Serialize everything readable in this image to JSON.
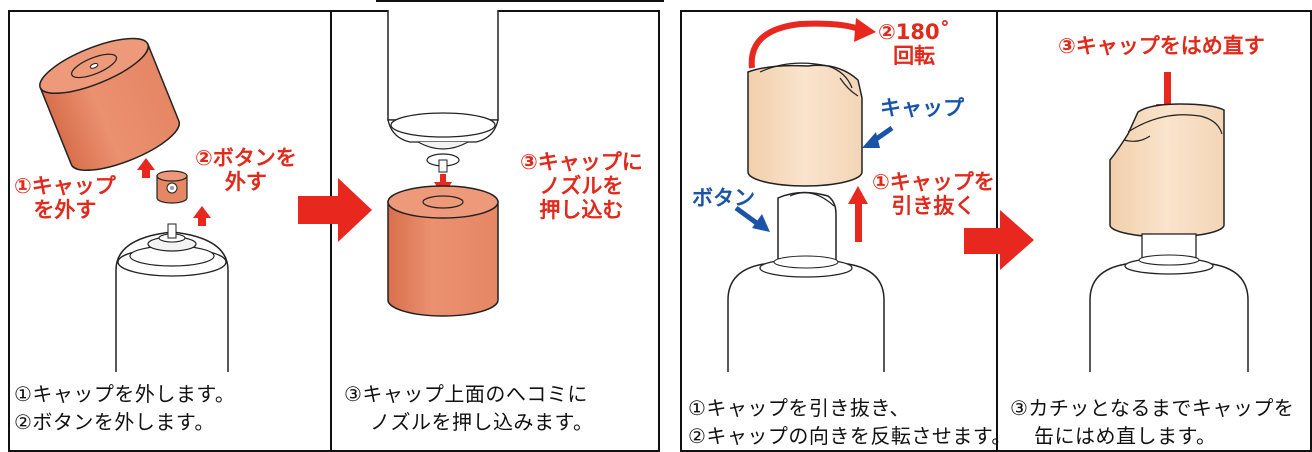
{
  "left_group": {
    "panel1": {
      "labels": {
        "remove_cap": [
          "①キャップ",
          "を外す"
        ],
        "remove_button": [
          "②ボタンを",
          "外す"
        ]
      },
      "caption": [
        "①キャップを外します。",
        "②ボタンを外します。"
      ]
    },
    "panel2": {
      "labels": {
        "insert_nozzle": [
          "③キャップに",
          "ノズルを",
          "押し込む"
        ]
      },
      "caption": [
        "③キャップ上面のへコミに",
        "ノズルを押し込みます。"
      ]
    }
  },
  "right_group": {
    "panel3": {
      "labels": {
        "rotate": [
          "②180˚",
          "回転"
        ],
        "cap": "キャップ",
        "button": "ボタン",
        "pull_cap": [
          "①キャップを",
          "引き抜く"
        ]
      },
      "caption": [
        "①キャップを引き抜き、",
        "②キャップの向きを反転させます。"
      ]
    },
    "panel4": {
      "labels": {
        "refit_cap": "③キャップをはめ直す"
      },
      "caption": [
        "③カチッとなるまでキャップを",
        "缶にはめ直します。"
      ]
    }
  },
  "colors": {
    "red_label": "#e02a1c",
    "blue_label": "#1a54a8",
    "orange_cap": "#e88a66",
    "beige_cap": "#f7dcc0",
    "arrow_red": "#e8281e"
  }
}
